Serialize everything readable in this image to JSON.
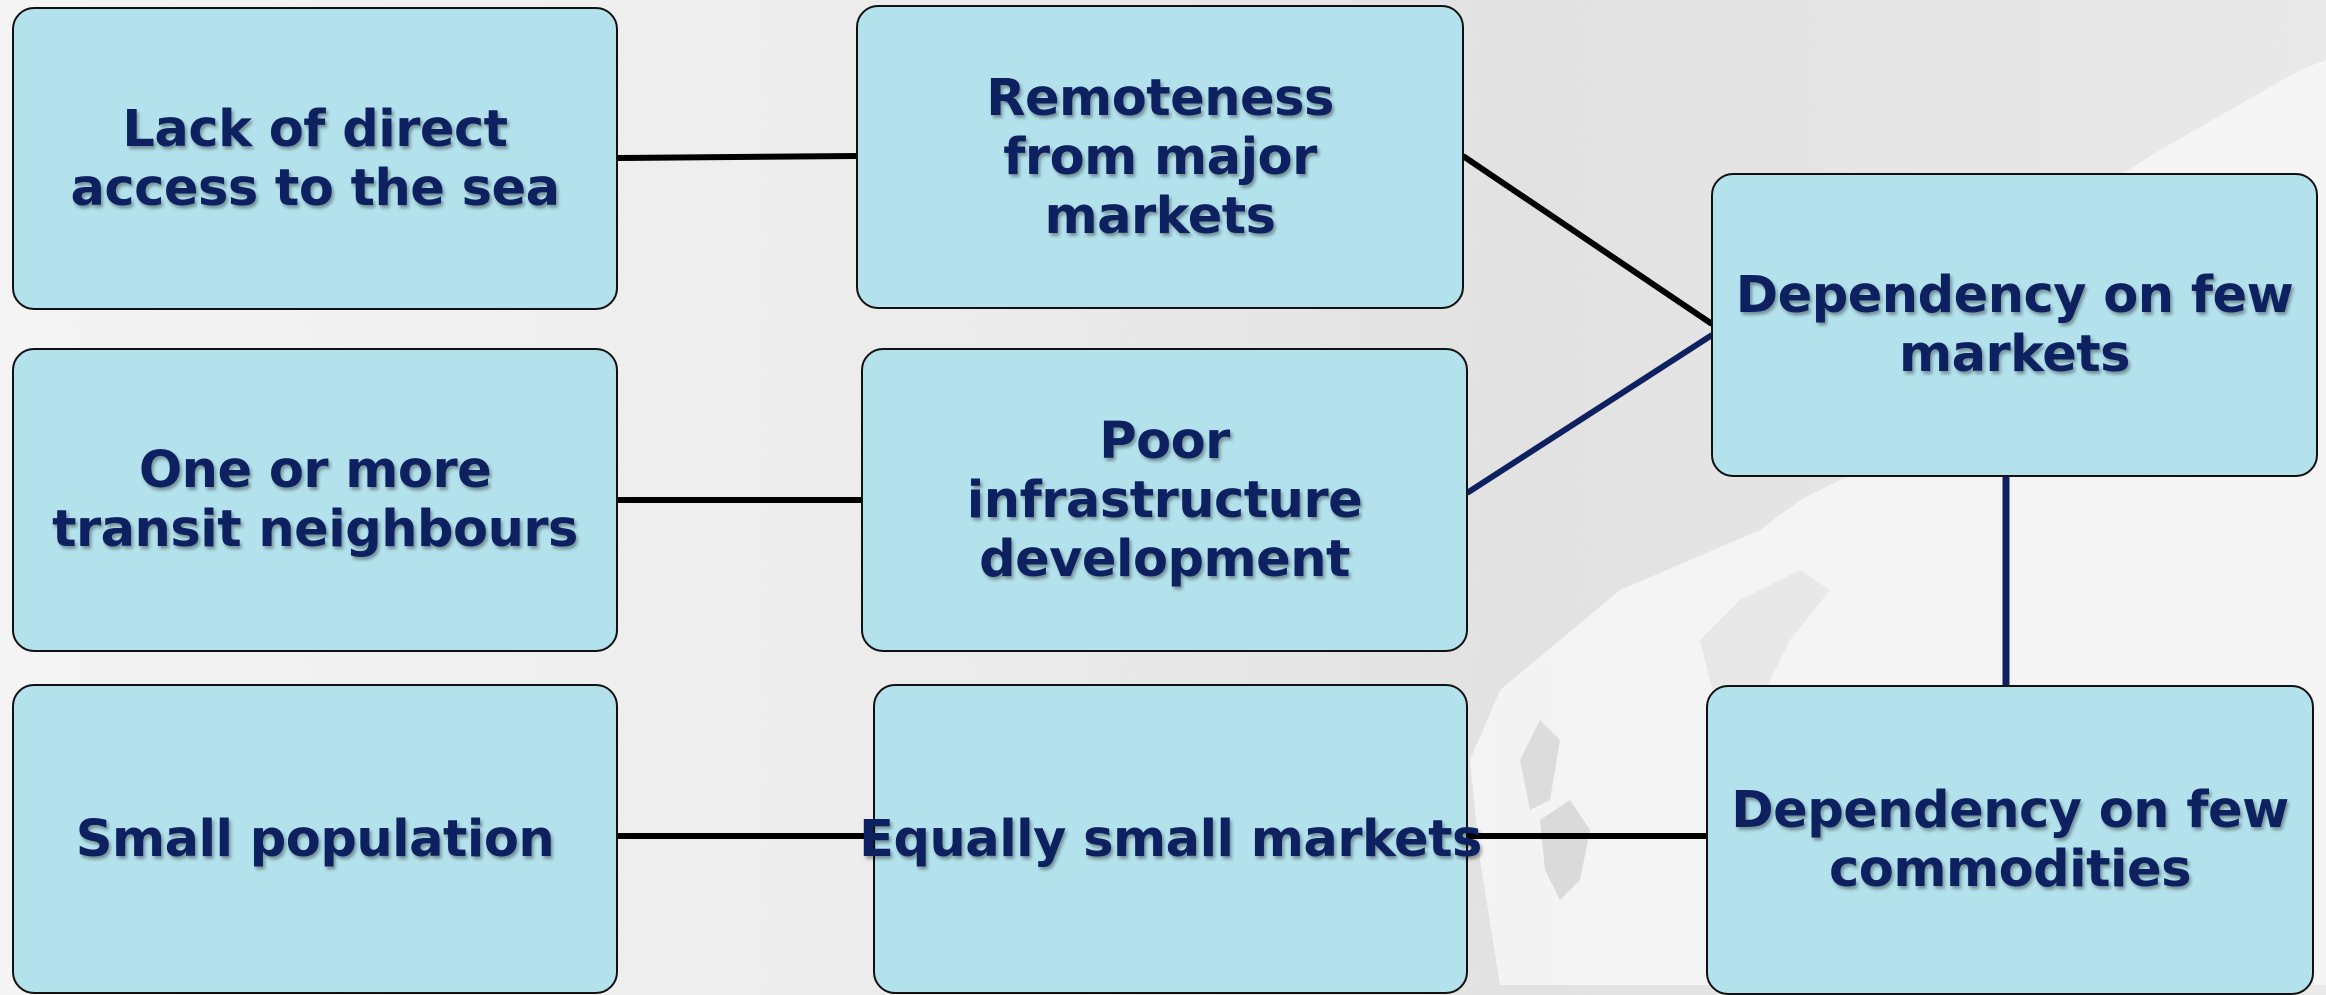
{
  "diagram": {
    "nodes": {
      "lack_access": "Lack of direct access to the sea",
      "remoteness": "Remoteness from major markets",
      "dependency_markets": "Dependency on few markets",
      "transit_neighbours": "One or more transit neighbours",
      "poor_infrastructure": "Poor infrastructure development",
      "small_population": "Small population",
      "small_markets": "Equally small markets",
      "dependency_commodities": "Dependency on few commodities"
    },
    "colors": {
      "box_fill": "#b3e2ec",
      "text": "#0d2160",
      "connector_black": "#000000",
      "connector_navy": "#0d2160"
    }
  }
}
